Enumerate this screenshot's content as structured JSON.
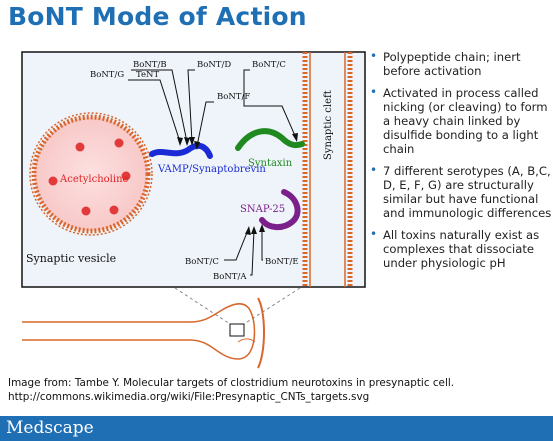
{
  "title": "BoNT Mode of Action",
  "diagram": {
    "labels": {
      "acetylcholine": "Acetylcholine",
      "synaptic_vesicle": "Synaptic vesicle",
      "vamp": "VAMP/Synaptobrevin",
      "syntaxin": "Syntaxin",
      "snap25": "SNAP-25",
      "synaptic_cleft": "Synaptic cleft",
      "bont_b": "BoNT/B",
      "tent": "TeNT",
      "bont_g": "BoNT/G",
      "bont_d": "BoNT/D",
      "bont_f": "BoNT/F",
      "bont_c_top": "BoNT/C",
      "bont_c_bottom": "BoNT/C",
      "bont_a": "BoNT/A",
      "bont_e": "BoNT/E"
    },
    "colors": {
      "vamp": "#1a2bd6",
      "syntaxin": "#1f8a1f",
      "snap25": "#7b1f8a",
      "vesicle_dot": "#e23a3a",
      "membrane": "#d9662b",
      "label_red": "#e02020"
    }
  },
  "bullets": [
    "Polypeptide chain; inert before activation",
    "Activated in process called nicking (or cleaving) to form a heavy chain linked by disulfide bonding to a light chain",
    "7 different serotypes  (A, B,C, D, E, F, G)  are structurally similar but have functional and immunologic differences",
    "All toxins naturally exist as complexes that dissociate under physiologic pH"
  ],
  "credit": {
    "line1": "Image from: Tambe Y. Molecular targets of clostridium neurotoxins in presynaptic cell.",
    "line2": "http://commons.wikimedia.org/wiki/File:Presynaptic_CNTs_targets.svg"
  },
  "footer": {
    "logo": "Medscape"
  }
}
